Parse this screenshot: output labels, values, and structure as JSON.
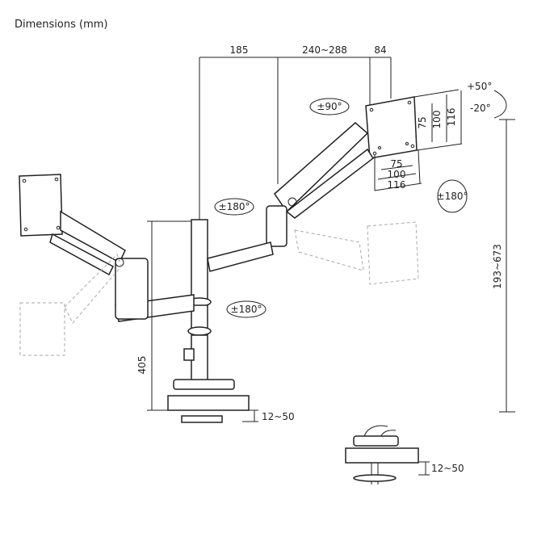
{
  "title": "Dimensions (mm)",
  "dimensions": {
    "arm_inner": "185",
    "arm_outer": "240~288",
    "head_depth": "84",
    "pole_height": "405",
    "height_range": "193~673",
    "clamp_range_1": "12~50",
    "clamp_range_2": "12~50"
  },
  "vesa": {
    "vertical": [
      "75",
      "100",
      "116"
    ],
    "horizontal": [
      "75",
      "100",
      "116"
    ]
  },
  "rotations": {
    "rotate_head": "±90°",
    "tilt_up": "+50°",
    "tilt_down": "-20°",
    "swivel_head": "±180°",
    "swivel_elbow": "±180°",
    "swivel_base": "±180°"
  }
}
